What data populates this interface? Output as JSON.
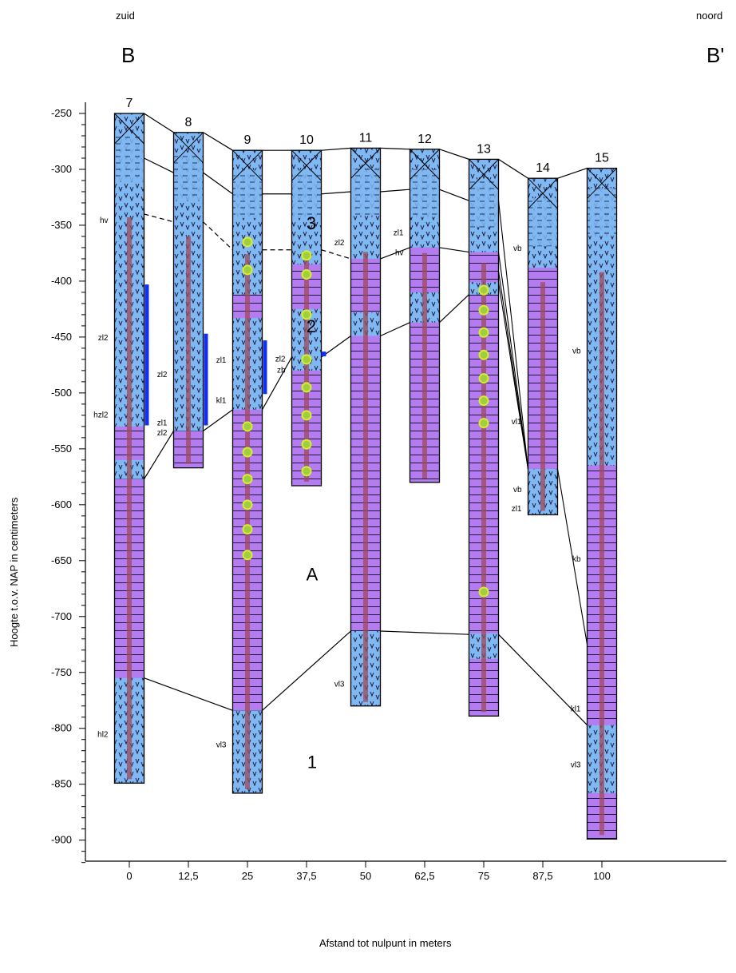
{
  "labels": {
    "south": "zuid",
    "north": "noord",
    "section_start": "B",
    "section_end": "B'",
    "y_axis_title": "Hoogte t.o.v. NAP in centimeters",
    "x_axis_title": "Afstand tot nulpunt in meters"
  },
  "colors": {
    "clay": "#b57cf2",
    "peat": "#7fb8f2",
    "root_channel": "#a04a5a",
    "sample_bar": "#1030f0",
    "plant_remains": "#d8ec30",
    "line": "#000000"
  },
  "chart_data": {
    "type": "cross-section",
    "y_ticks": [
      -250,
      -300,
      -350,
      -400,
      -450,
      -500,
      -550,
      -600,
      -650,
      -700,
      -750,
      -800,
      -850,
      -900
    ],
    "x_ticks": [
      "0",
      "12,5",
      "25",
      "37,5",
      "50",
      "62,5",
      "75",
      "87,5",
      "100"
    ],
    "ylim": [
      -930,
      -240
    ],
    "unit_labels": [
      "3",
      "2",
      "A",
      "1"
    ],
    "boreholes": [
      {
        "id": "7",
        "x": 0,
        "top": -250,
        "bottom": -849,
        "layers": [
          [
            -250,
            -290,
            "peat"
          ],
          [
            -290,
            -755,
            "peat"
          ],
          [
            -530,
            -560,
            "clay"
          ],
          [
            -577,
            -755,
            "clay"
          ],
          [
            -755,
            -849,
            "peat"
          ]
        ]
      },
      {
        "id": "8",
        "x": 12.5,
        "top": -267,
        "bottom": -567,
        "layers": [
          [
            -267,
            -567,
            "peat"
          ],
          [
            -534,
            -567,
            "clay"
          ]
        ]
      },
      {
        "id": "9",
        "x": 25,
        "top": -283,
        "bottom": -858,
        "layers": [
          [
            -283,
            -858,
            "peat"
          ],
          [
            -412,
            -433,
            "clay"
          ],
          [
            -515,
            -784,
            "clay"
          ]
        ]
      },
      {
        "id": "10",
        "x": 37.5,
        "top": -283,
        "bottom": -583,
        "layers": [
          [
            -283,
            -583,
            "peat"
          ],
          [
            -385,
            -425,
            "clay"
          ],
          [
            -480,
            -583,
            "clay"
          ]
        ]
      },
      {
        "id": "11",
        "x": 50,
        "top": -281,
        "bottom": -780,
        "layers": [
          [
            -281,
            -780,
            "peat"
          ],
          [
            -380,
            -428,
            "clay"
          ],
          [
            -449,
            -713,
            "clay"
          ]
        ]
      },
      {
        "id": "12",
        "x": 62.5,
        "top": -282,
        "bottom": -580,
        "layers": [
          [
            -282,
            -580,
            "peat"
          ],
          [
            -370,
            -410,
            "clay"
          ],
          [
            -437,
            -580,
            "clay"
          ]
        ]
      },
      {
        "id": "13",
        "x": 75,
        "top": -291,
        "bottom": -789,
        "layers": [
          [
            -291,
            -789,
            "peat"
          ],
          [
            -374,
            -401,
            "clay"
          ],
          [
            -412,
            -715,
            "clay"
          ],
          [
            -738,
            -789,
            "clay"
          ]
        ]
      },
      {
        "id": "14",
        "x": 87.5,
        "top": -308,
        "bottom": -609,
        "layers": [
          [
            -308,
            -609,
            "peat"
          ],
          [
            -388,
            -568,
            "clay"
          ]
        ]
      },
      {
        "id": "15",
        "x": 100,
        "top": -299,
        "bottom": -899,
        "layers": [
          [
            -299,
            -899,
            "peat"
          ],
          [
            -565,
            -797,
            "clay"
          ],
          [
            -858,
            -899,
            "clay"
          ]
        ]
      }
    ],
    "side_labels": [
      {
        "borehole": "7",
        "y": -345,
        "text": "hv"
      },
      {
        "borehole": "7",
        "y": -450,
        "text": "zl2"
      },
      {
        "borehole": "7",
        "y": -519,
        "text": "hzl2"
      },
      {
        "borehole": "7",
        "y": -805,
        "text": "hl2"
      },
      {
        "borehole": "8",
        "y": -483,
        "text": "zl2"
      },
      {
        "borehole": "8",
        "y": -526,
        "text": "zl1"
      },
      {
        "borehole": "8",
        "y": -535,
        "text": "zl2"
      },
      {
        "borehole": "9",
        "y": -470,
        "text": "zl1"
      },
      {
        "borehole": "9",
        "y": -506,
        "text": "kl1"
      },
      {
        "borehole": "9",
        "y": -814,
        "text": "vl3"
      },
      {
        "borehole": "10",
        "y": -469,
        "text": "zl2"
      },
      {
        "borehole": "10",
        "y": -479,
        "text": "zb"
      },
      {
        "borehole": "11",
        "y": -365,
        "text": "zl2"
      },
      {
        "borehole": "11",
        "y": -760,
        "text": "vl3"
      },
      {
        "borehole": "12",
        "y": -356,
        "text": "zl1"
      },
      {
        "borehole": "12",
        "y": -374,
        "text": "hv"
      },
      {
        "borehole": "14",
        "y": -370,
        "text": "vb"
      },
      {
        "borehole": "14",
        "y": -525,
        "text": "vl1"
      },
      {
        "borehole": "14",
        "y": -586,
        "text": "vb"
      },
      {
        "borehole": "14",
        "y": -603,
        "text": "zl1"
      },
      {
        "borehole": "15",
        "y": -462,
        "text": "vb"
      },
      {
        "borehole": "15",
        "y": -648,
        "text": "kb"
      },
      {
        "borehole": "15",
        "y": -782,
        "text": "kl1"
      },
      {
        "borehole": "15",
        "y": -832,
        "text": "vl3"
      }
    ]
  }
}
